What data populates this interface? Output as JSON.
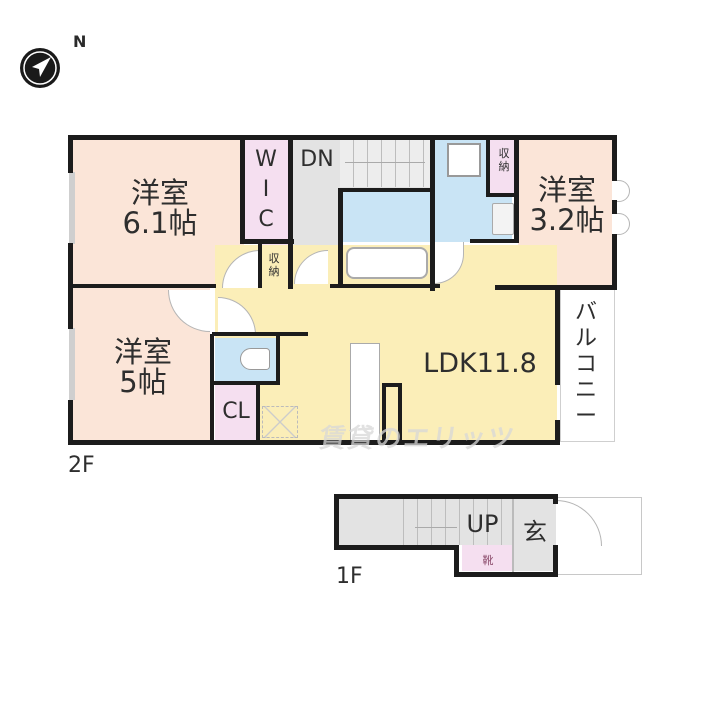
{
  "compass": {
    "icon": "compass-north-arrow-icon",
    "label": "N"
  },
  "floors": [
    {
      "id": "2F",
      "label": "2F"
    },
    {
      "id": "1F",
      "label": "1F"
    }
  ],
  "rooms": {
    "western_room_1": {
      "name": "洋室",
      "size": "6.1帖"
    },
    "wic": {
      "chars": [
        "W",
        "I",
        "C"
      ]
    },
    "storage_1": {
      "chars": [
        "収",
        "納"
      ]
    },
    "stairs_2f": {
      "label": "DN"
    },
    "storage_2": {
      "chars": [
        "収",
        "納"
      ]
    },
    "western_room_2": {
      "name": "洋室",
      "size": "3.2帖"
    },
    "western_room_3": {
      "name": "洋室",
      "size": "5帖"
    },
    "closet": {
      "label": "CL"
    },
    "ldk": {
      "label": "LDK11.8"
    },
    "balcony": {
      "chars": [
        "バ",
        "ル",
        "コ",
        "ニ",
        "ー"
      ]
    },
    "stairs_1f": {
      "label": "UP"
    },
    "entrance": {
      "label": "玄"
    },
    "shoe_box": {
      "label": "靴"
    }
  },
  "watermark": "賃貸のエリッツ",
  "colors": {
    "western_room": "#fbe5d8",
    "storage": "#f5dff0",
    "stairs": "#e3e3e3",
    "bath": "#c9e4f5",
    "ldk": "#fbeeb8",
    "wall": "#1c1c1c"
  }
}
